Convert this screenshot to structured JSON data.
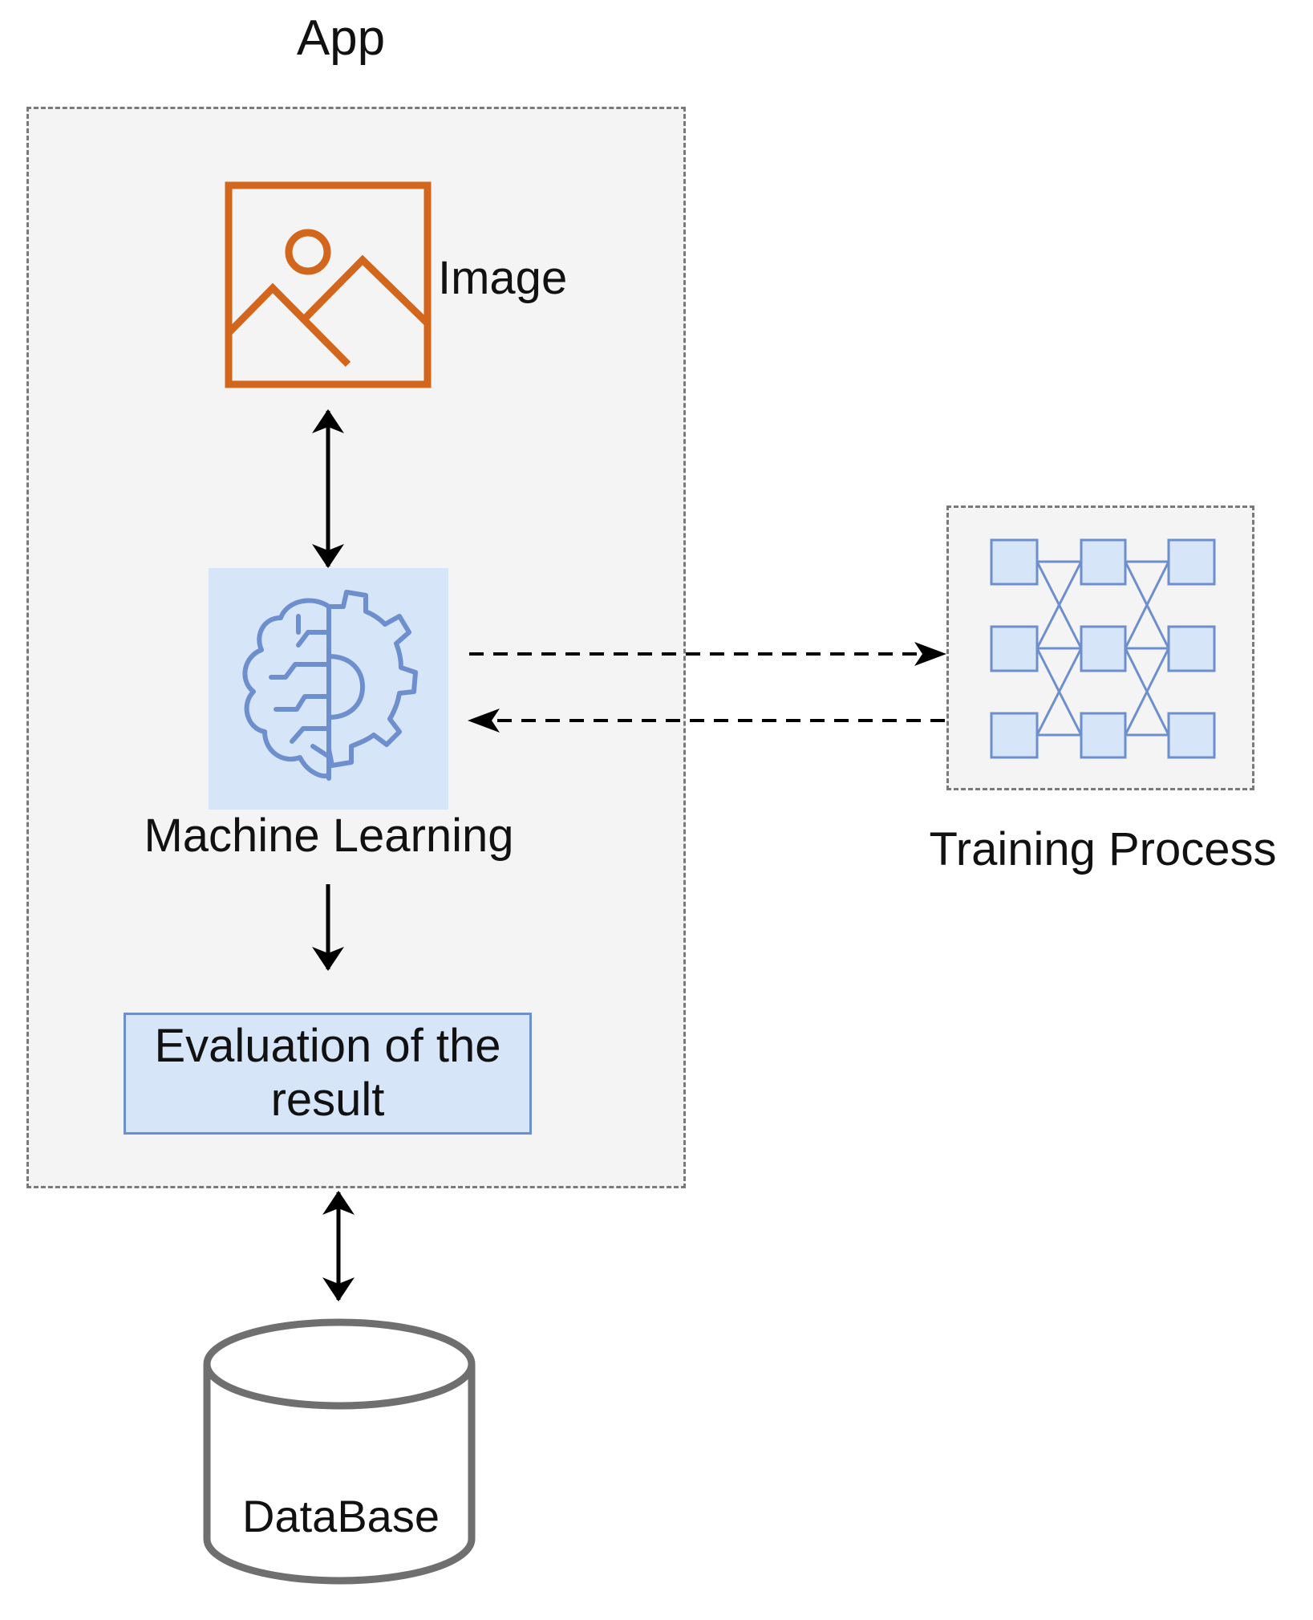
{
  "app": {
    "title": "App"
  },
  "image_node": {
    "label": "Image",
    "icon": "image-icon",
    "color": "#d3661d"
  },
  "ml_node": {
    "label": "Machine Learning",
    "icon": "brain-gear-icon",
    "color": "#6e8fce",
    "fill": "#d6e5f8"
  },
  "evaluation_node": {
    "label": "Evaluation of the result"
  },
  "training_node": {
    "label": "Training Process",
    "icon": "neural-network-icon"
  },
  "database_node": {
    "label": "DataBase",
    "icon": "database-cylinder-icon"
  },
  "edges": [
    {
      "from": "Image",
      "to": "Machine Learning",
      "style": "solid",
      "direction": "both"
    },
    {
      "from": "Machine Learning",
      "to": "Evaluation of the result",
      "style": "solid",
      "direction": "forward"
    },
    {
      "from": "App",
      "to": "DataBase",
      "style": "solid",
      "direction": "both"
    },
    {
      "from": "Machine Learning",
      "to": "Training Process",
      "style": "dashed",
      "direction": "forward"
    },
    {
      "from": "Training Process",
      "to": "Machine Learning",
      "style": "dashed",
      "direction": "forward"
    }
  ]
}
